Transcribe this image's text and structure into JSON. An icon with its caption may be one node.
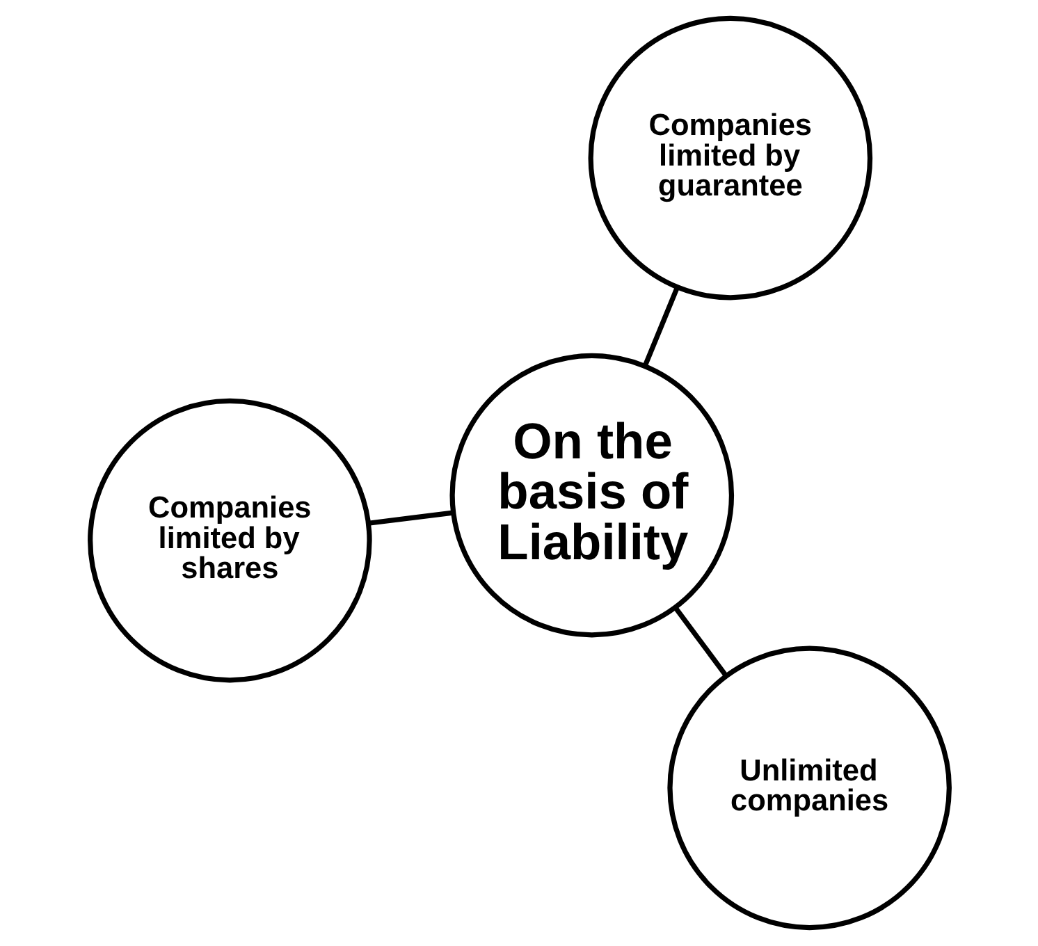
{
  "diagram": {
    "nodes": [
      {
        "text": [
          "Companies limited by shares"
        ]
      },
      {
        "text": [
          "On the basis of Liability"
        ]
      },
      {
        "text": [
          "Unlimited companies"
        ]
      },
      {
        "text": [
          "Companies limited by guarantee"
        ]
      }
    ],
    "edges": [
      {
        "from": 1,
        "to": 0,
        "arrow": "none"
      },
      {
        "from": 1,
        "to": 2,
        "arrow": "none"
      },
      {
        "from": 1,
        "to": 3,
        "arrow": "none"
      }
    ]
  }
}
